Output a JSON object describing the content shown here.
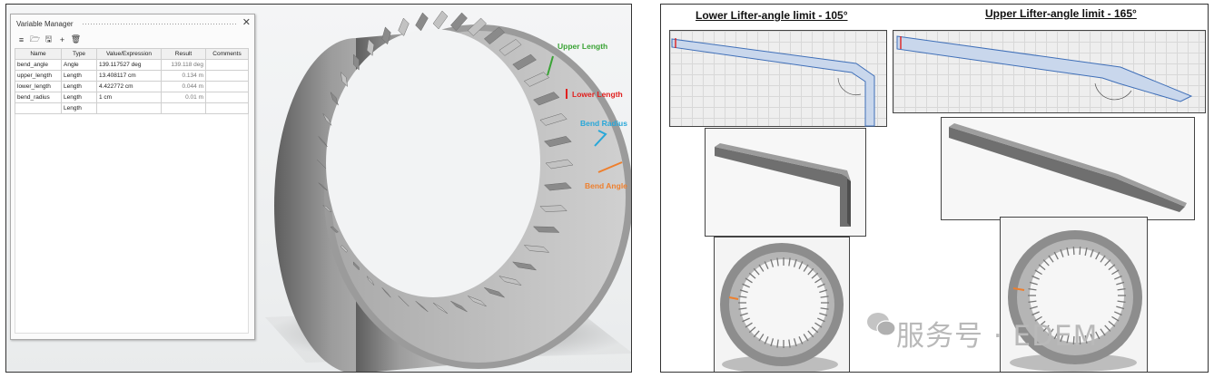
{
  "variable_manager": {
    "title": "Variable Manager",
    "close_glyph": "✕",
    "toolbar": [
      {
        "icon": "list-icon",
        "glyph": "≡"
      },
      {
        "icon": "open-folder-icon",
        "glyph": "🗁"
      },
      {
        "icon": "save-icon",
        "glyph": "🖫"
      },
      {
        "icon": "add-icon",
        "glyph": "+"
      },
      {
        "icon": "delete-icon",
        "glyph": "🗑"
      }
    ],
    "columns": [
      "Name",
      "Type",
      "Value/Expression",
      "Result",
      "Comments"
    ],
    "rows": [
      {
        "name": "bend_angle",
        "type": "Angle",
        "value": "139.117527 deg",
        "result": "139.118 deg",
        "comments": ""
      },
      {
        "name": "upper_length",
        "type": "Length",
        "value": "13.408117 cm",
        "result": "0.134 m",
        "comments": ""
      },
      {
        "name": "lower_length",
        "type": "Length",
        "value": "4.422772 cm",
        "result": "0.044 m",
        "comments": ""
      },
      {
        "name": "bend_radius",
        "type": "Length",
        "value": "1 cm",
        "result": "0.01 m",
        "comments": ""
      },
      {
        "name": "",
        "type": "Length",
        "value": "",
        "result": "",
        "comments": ""
      }
    ]
  },
  "annotations": {
    "upper_length": {
      "label": "Upper Length",
      "color": "#3aa335"
    },
    "lower_length": {
      "label": "Lower Length",
      "color": "#e0201e"
    },
    "bend_radius": {
      "label": "Bend Radius",
      "color": "#27a7d9"
    },
    "bend_angle": {
      "label": "Bend Angle",
      "color": "#ee7f2d"
    }
  },
  "right_panel": {
    "lower_title": "Lower Lifter-angle limit - 105°",
    "upper_title": "Upper Lifter-angle limit - 165°",
    "watermark": "服务号 · EDEM"
  }
}
